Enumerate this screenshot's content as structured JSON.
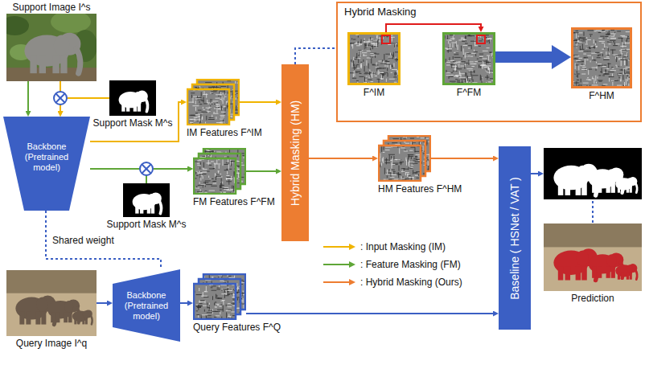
{
  "diagram": {
    "nodes": [
      {
        "text": [
          "Support Image I^s"
        ]
      },
      {
        "text": [
          "Hybrid Masking"
        ]
      },
      {
        "text": [
          "F^IM"
        ],
        "in": 1
      },
      {
        "text": [
          "F^FM"
        ],
        "in": 1
      },
      {
        "text": [
          "F^HM"
        ],
        "in": 1
      },
      {
        "text": [
          "Support Mask M^s"
        ]
      },
      {
        "text": [
          "Backbone (Pretrained model)"
        ]
      },
      {
        "text": [
          "IM Features F^IM"
        ]
      },
      {
        "text": [
          "Hybrid Masking (HM)"
        ]
      },
      {
        "text": [
          "HM Features F^HM"
        ]
      },
      {
        "text": [
          "Baseline ( HSNet / VAT )"
        ]
      },
      {
        "text": [
          "Prediction"
        ]
      },
      {
        "text": [
          "FM Features F^FM"
        ]
      },
      {
        "text": [
          "Support Mask M^s"
        ]
      },
      {
        "text": [
          "Query Image I^q"
        ]
      },
      {
        "text": [
          "Backbone (Pretrained model)"
        ]
      },
      {
        "text": [
          "Query Features F^Q"
        ]
      }
    ],
    "edges": [
      {
        "from": 0,
        "to": 6,
        "arrow": "to"
      },
      {
        "from": 0,
        "to": 6,
        "arrow": "to"
      },
      {
        "from": 5,
        "to": 6,
        "arrow": "to"
      },
      {
        "from": 6,
        "to": 7,
        "arrow": "to"
      },
      {
        "from": 6,
        "to": 12,
        "arrow": "to"
      },
      {
        "from": 13,
        "to": 12,
        "arrow": "to"
      },
      {
        "from": 7,
        "to": 8,
        "arrow": "to"
      },
      {
        "from": 12,
        "to": 8,
        "arrow": "to"
      },
      {
        "from": 8,
        "to": 1,
        "arrow": "none"
      },
      {
        "from": 2,
        "to": 3,
        "arrow": "to"
      },
      {
        "from": 3,
        "to": 4,
        "arrow": "to"
      },
      {
        "from": 8,
        "to": 9,
        "arrow": "to"
      },
      {
        "from": 9,
        "to": 10,
        "arrow": "to"
      },
      {
        "from": 6,
        "to": 15,
        "label": "Shared weight",
        "arrow": "none"
      },
      {
        "from": 14,
        "to": 15,
        "arrow": "to"
      },
      {
        "from": 15,
        "to": 16,
        "arrow": "to"
      },
      {
        "from": 16,
        "to": 10,
        "arrow": "to"
      },
      {
        "from": 10,
        "to": 11,
        "arrow": "to"
      }
    ],
    "legend": [
      {
        "text": ": Input Masking (IM)"
      },
      {
        "text": ": Feature Masking (FM)"
      },
      {
        "text": ": Hybrid Masking (Ours)"
      }
    ]
  }
}
